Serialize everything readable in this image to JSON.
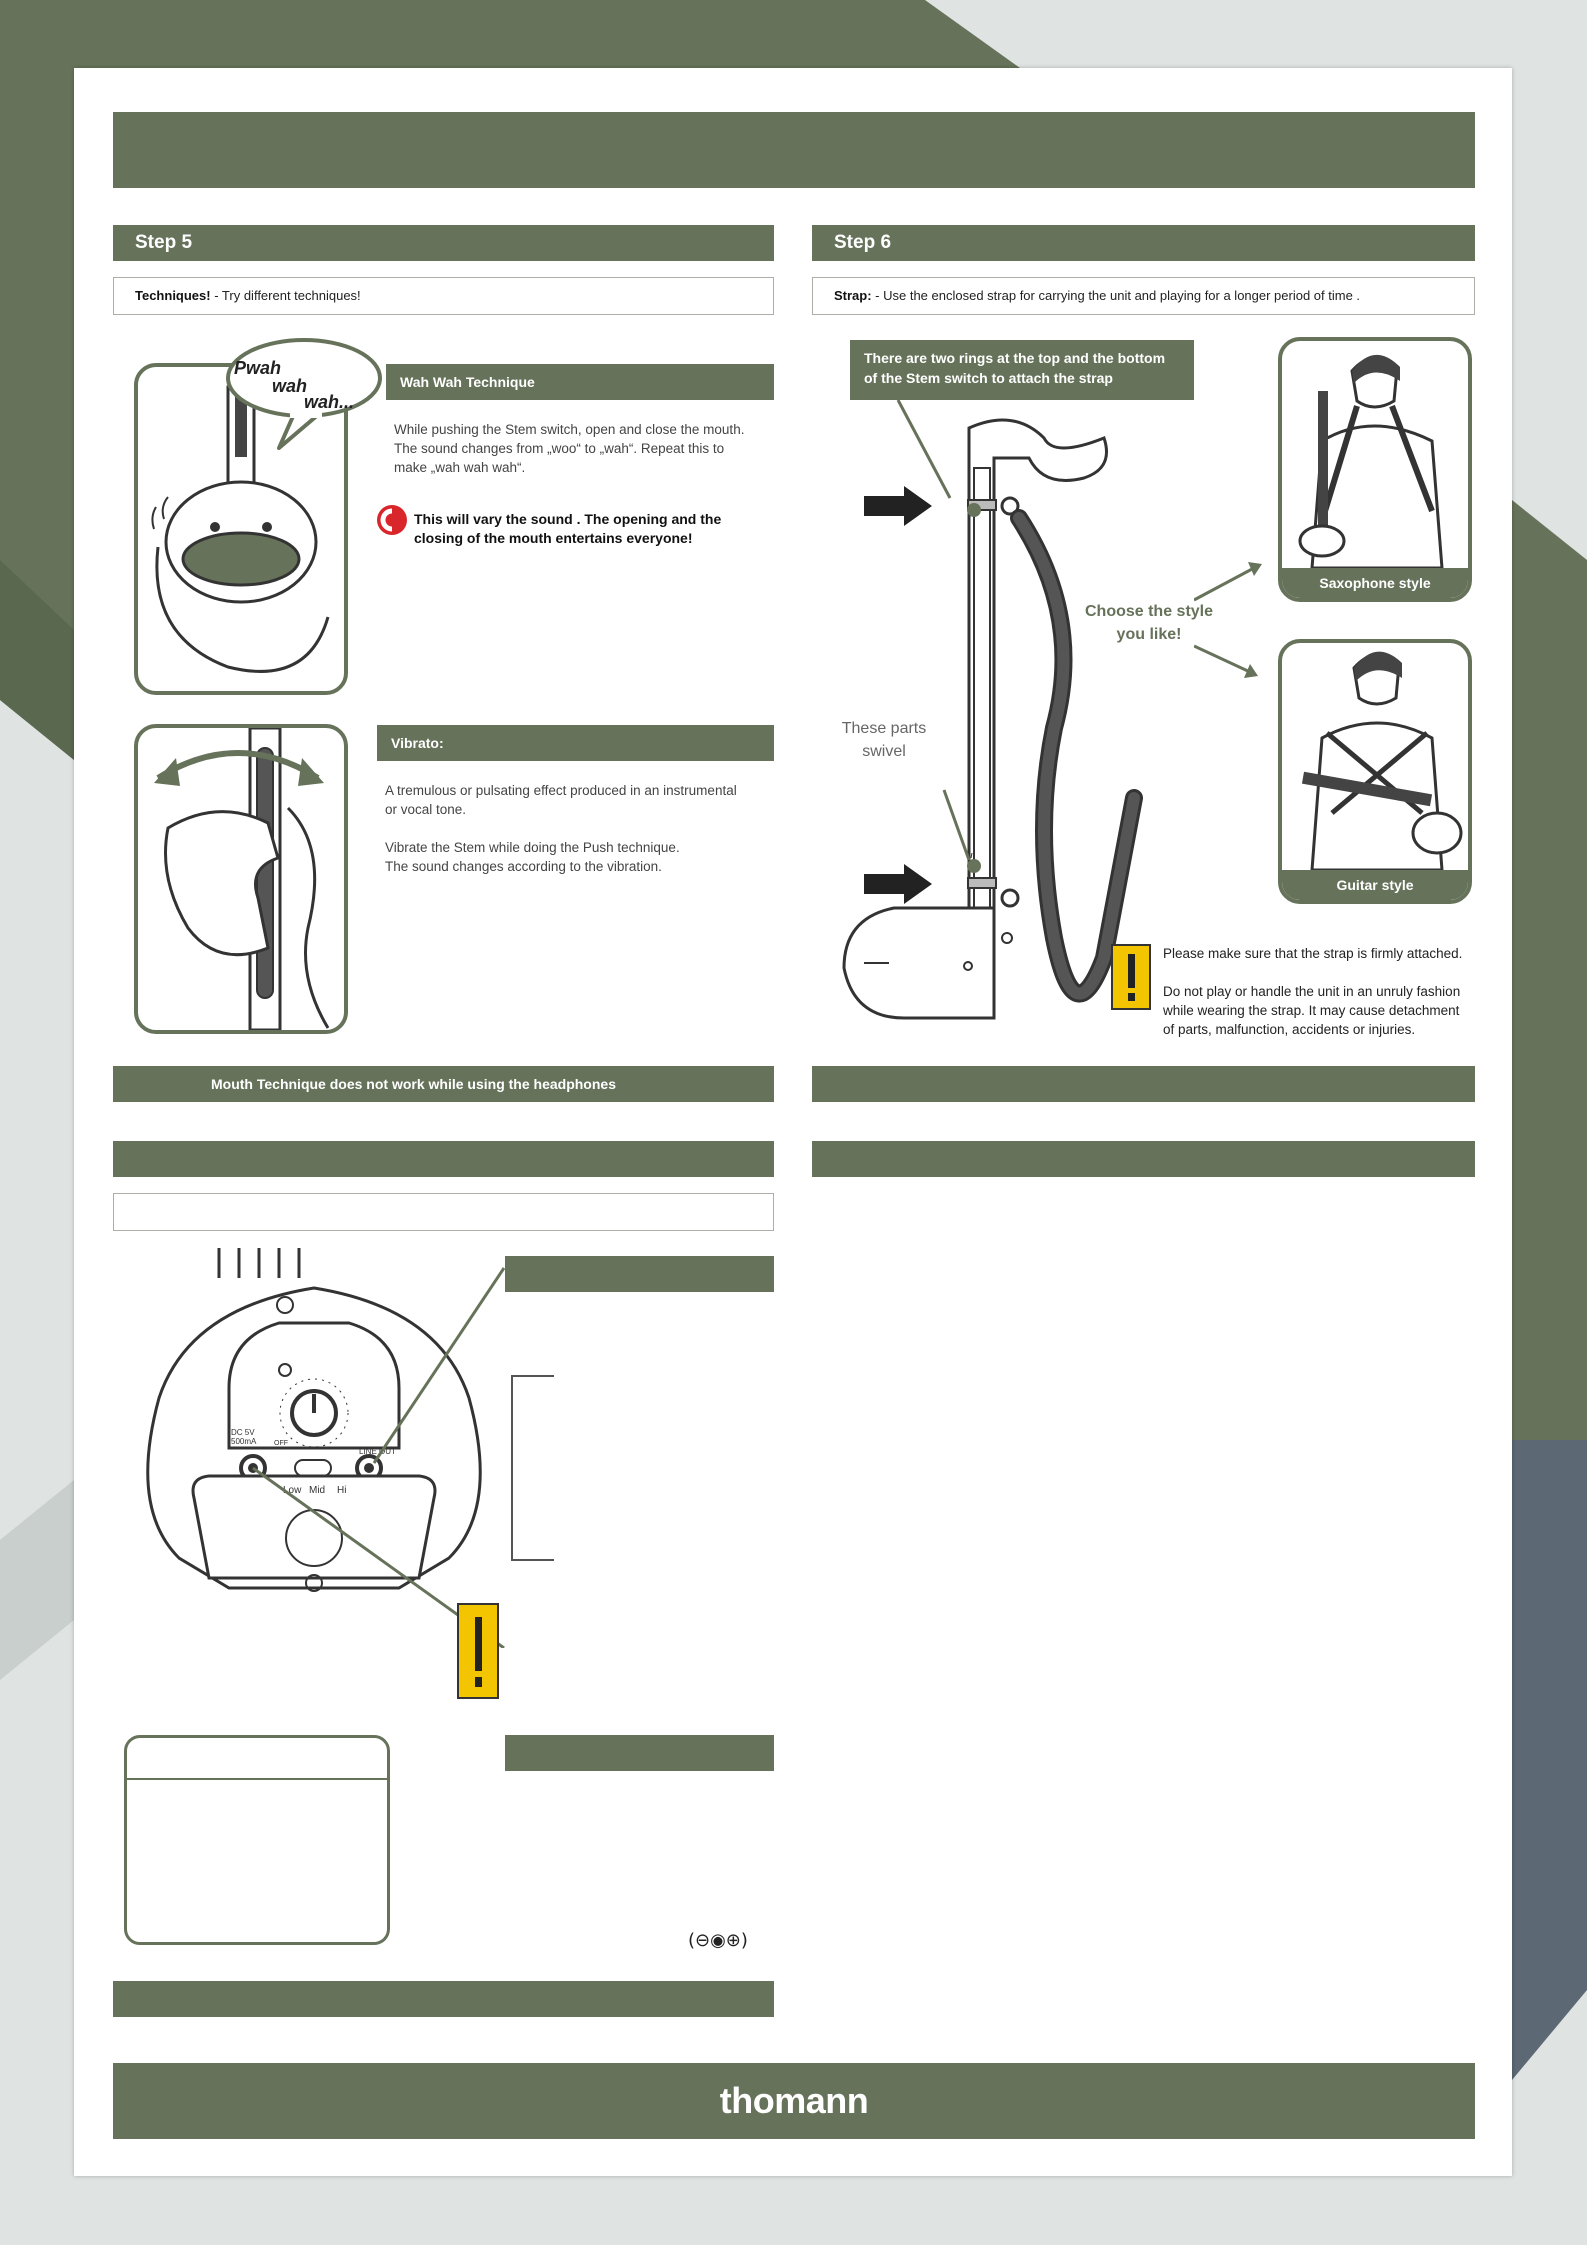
{
  "colors": {
    "accent": "#66735a",
    "warning": "#f2c500",
    "page_bg": "#ffffff",
    "slate": "#5c6874"
  },
  "step5": {
    "title": "Step 5",
    "info_label": "Techniques!",
    "info_text": " - Try different techniques!",
    "wahwah": {
      "bubble": [
        "Pwah",
        "wah",
        "wah..."
      ],
      "title": "Wah Wah Technique",
      "desc": [
        "While pushing the Stem switch, open and close the mouth.",
        "The sound changes from „woo“ to „wah“. Repeat this to",
        "make „wah wah wah“."
      ],
      "tip": [
        "This will vary the sound . The opening and the",
        "closing of the mouth entertains everyone!"
      ]
    },
    "vibrato": {
      "title": "Vibrato:",
      "desc": [
        "A tremulous or pulsating effect produced in an instrumental",
        "or vocal tone."
      ],
      "desc2": [
        "Vibrate the Stem while doing the Push technique.",
        "The sound changes according to the vibration."
      ]
    },
    "footer": "Mouth Technique does not work while using the headphones"
  },
  "step6": {
    "title": "Step 6",
    "info_label": "Strap:",
    "info_text": " - Use the enclosed strap for carrying the unit and playing for a longer period of time .",
    "callout": [
      "There are two rings at the top and the bottom",
      "of the Stem switch to attach the strap"
    ],
    "swivel": [
      "These parts",
      "swivel"
    ],
    "choose": [
      "Choose the style",
      "you like!"
    ],
    "sax_caption": "Saxophone style",
    "guitar_caption": "Guitar style",
    "warning": [
      "Please make sure that the strap is firmly attached.",
      "",
      "Do not play or handle the unit in an unruly fashion",
      "while wearing the strap. It may cause detachment",
      "of parts, malfunction, accidents or injuries."
    ]
  },
  "panel": {
    "dc_label": [
      "DC 5V",
      "500mA"
    ],
    "off_label": "OFF",
    "line_out": "LINE OUT",
    "switch_labels": [
      "Low",
      "Mid",
      "Hi"
    ],
    "polarity": "(⊖◉⊕)"
  },
  "brand": "thomann"
}
